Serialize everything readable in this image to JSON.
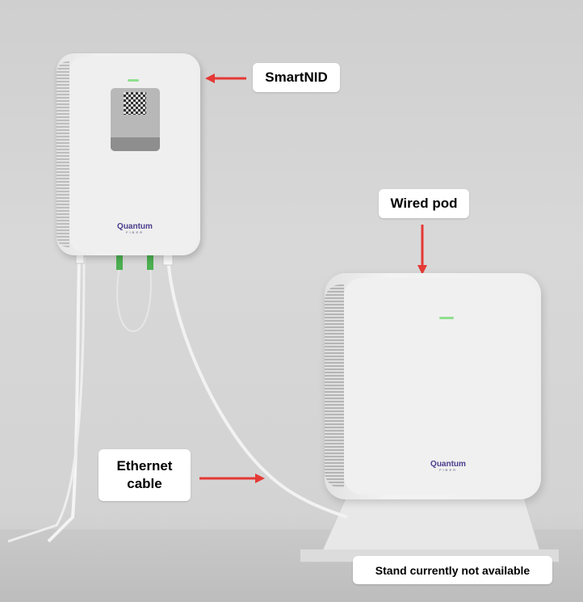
{
  "labels": {
    "smartnid": "SmartNID",
    "wired_pod": "Wired pod",
    "ethernet_cable": "Ethernet cable",
    "stand_note": "Stand currently not available"
  },
  "logo": {
    "brand": "Quantum",
    "sub": "FIBER"
  },
  "colors": {
    "arrow": "#e53935",
    "led": "#8fe08f",
    "brand": "#4b3c8c"
  }
}
